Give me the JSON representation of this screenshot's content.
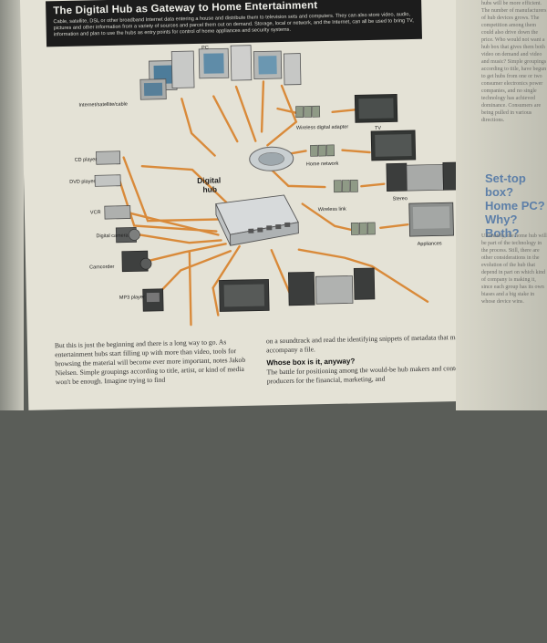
{
  "banner": {
    "title": "The Digital Hub as Gateway to Home Entertainment",
    "body": "Cable, satellite, DSL or other broadband Internet data entering a house and distribute them to television sets and computers. They can also store video, audio, pictures and other information from a variety of sources and parcel them out on demand. Storage, local or network, and the Internet, can all be used to bring TV, information and plan to use the hubs as entry points for control of home appliances and security systems."
  },
  "diagram": {
    "labels": {
      "internet": "Internet/satellite/cable",
      "pc": "PC",
      "wireless_adapter": "Wireless digital adapter",
      "tv": "TV",
      "home_network": "Home network",
      "stereo": "Stereo",
      "wireless_link": "Wireless link",
      "appliances": "Appliances",
      "hub_line1": "Digital",
      "hub_line2": "hub",
      "cd_player": "CD player",
      "dvd_player": "DVD player",
      "vcr": "VCR",
      "digital_camera": "Digital camera",
      "camcorder": "Camcorder",
      "mp3_player": "MP3 player"
    }
  },
  "article": {
    "col1": "But this is just the beginning and there is a long way to go. As entertainment hubs start filling up with more than video, tools for browsing the material will become ever more important, notes Jakob Nielsen. Simple groupings according to title, artist, or kind of media won't be enough. Imagine trying to find",
    "col2": "on a soundtrack and read the identifying snippets of metadata that may accompany a file.",
    "subhead": "Whose box is it, anyway?",
    "col2b": "The battle for positioning among the would-be hub makers and content producers for the financial, marketing, and"
  },
  "sidebar": {
    "text_top": "hubs will be more efficient. The number of manufacturers of hub devices grows. The competition among them could also drive down the price. Who would not want a hub box that gives them both video on demand and video and music? Simple groupings according to title, have begun to get hubs from one or two consumer electronics power companies, and no single technology has achieved dominance. Consumers are being pulled in various directions.",
    "heading": "Set-top box? Home PC? Why? Both?",
    "text_bottom": "Ultimately, the home hub will be part of the technology in the process. Still, there are other considerations in the evolution of the hub that depend in part on which kind of company is making it, since each group has its own biases and a big stake in whose device wins."
  },
  "colors": {
    "page": "#e4e2d6",
    "banner": "#1c1c1c",
    "connector": "#d98a3a",
    "sidebar_heading": "#5d7fa8"
  }
}
